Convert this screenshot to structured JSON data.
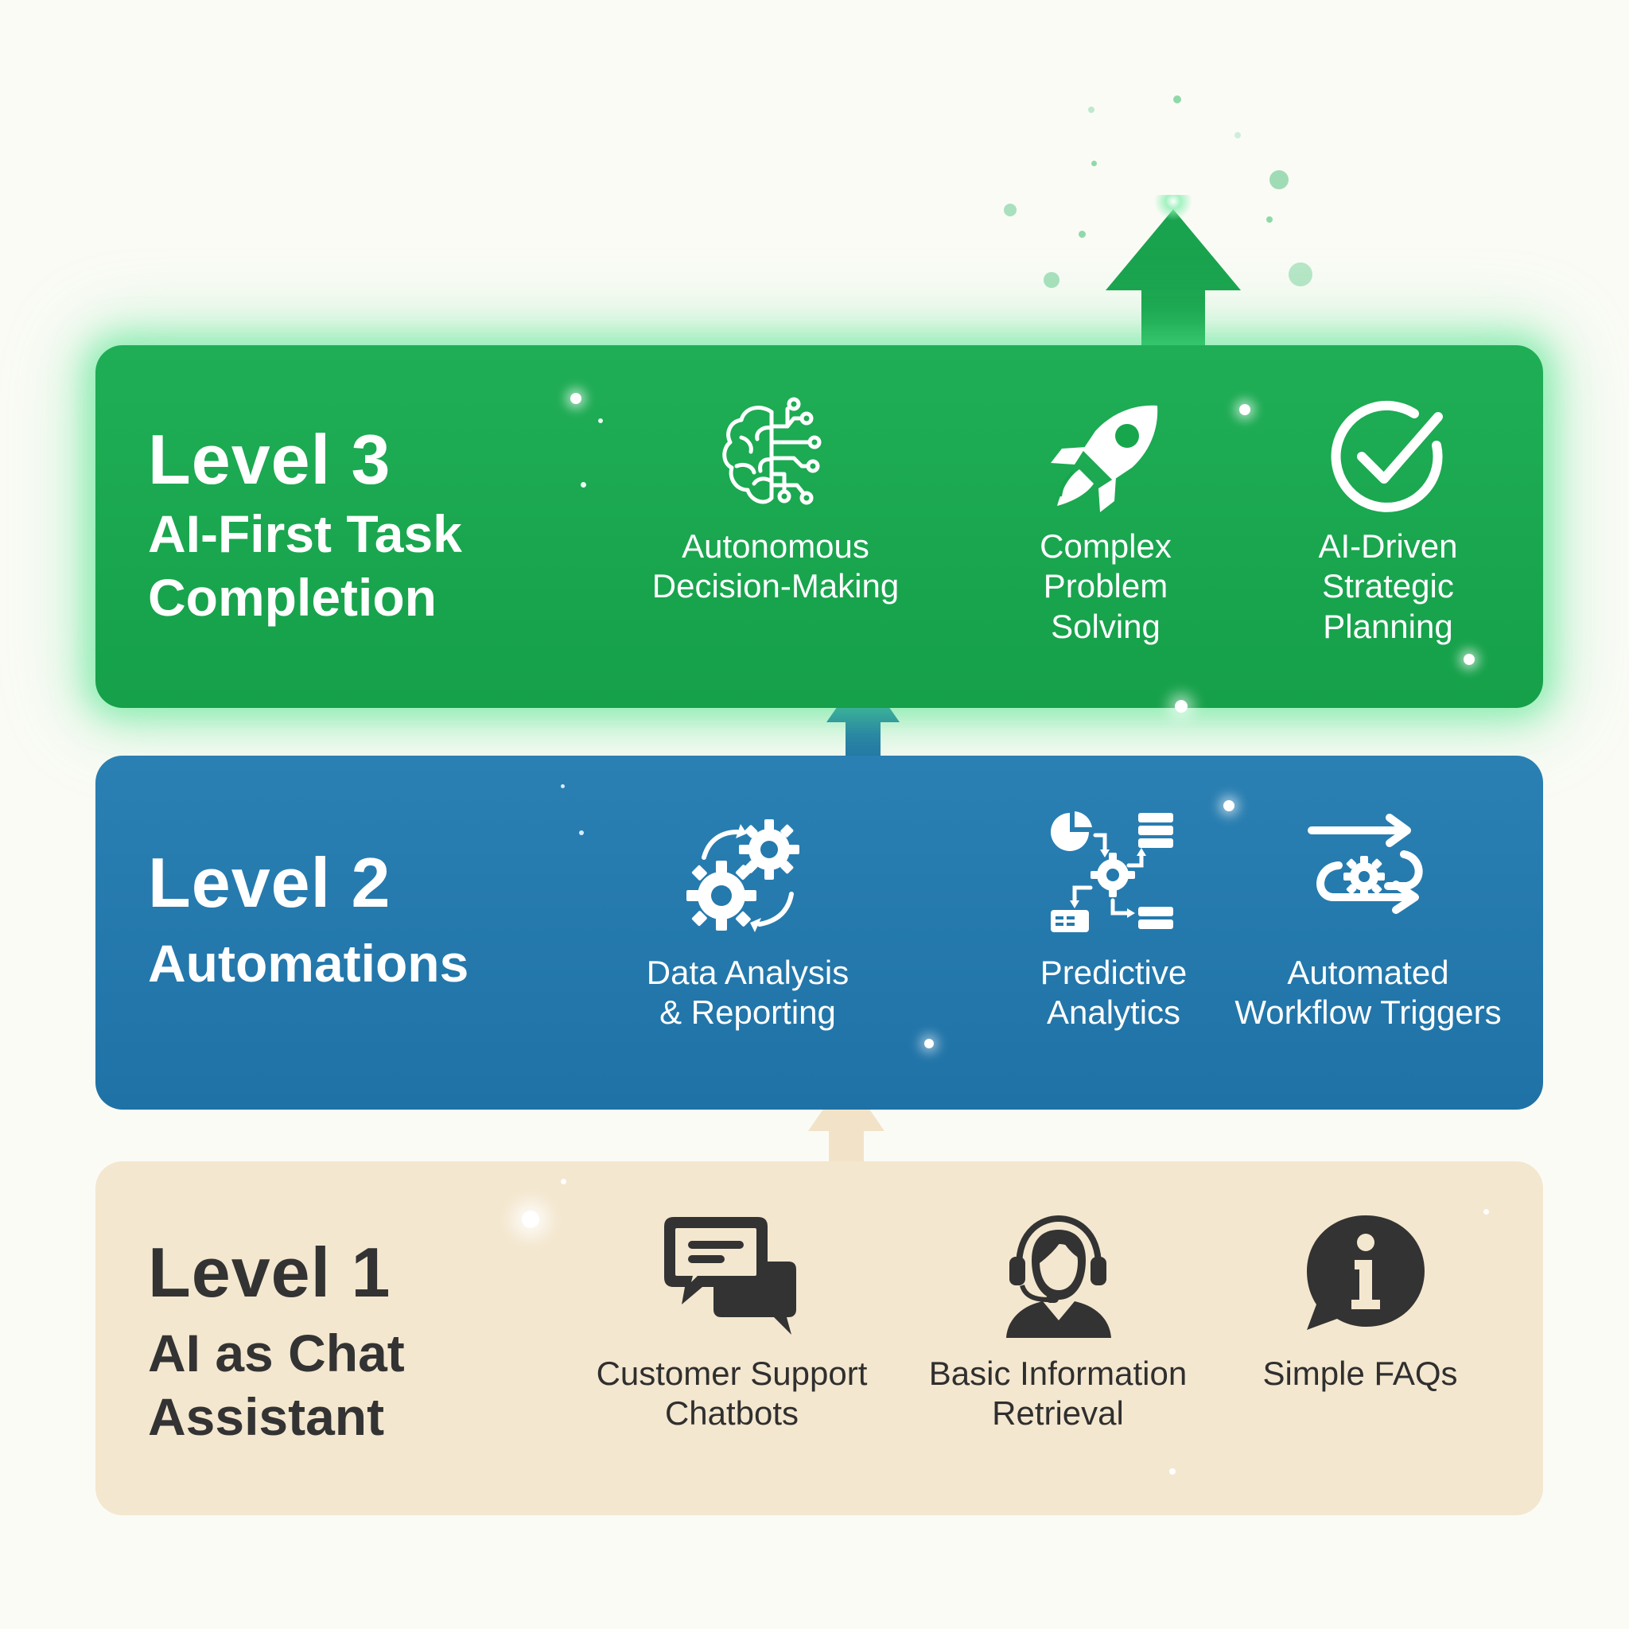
{
  "colors": {
    "level3": "#18a64d",
    "level2": "#2479ad",
    "level1": "#f4e7cf",
    "icon_dark": "#333333",
    "icon_light": "#ffffff"
  },
  "levels": [
    {
      "number": "Level 3",
      "title": "AI-First Task\nCompletion",
      "features": [
        {
          "icon": "brain-circuit-icon",
          "label": "Autonomous\nDecision-Making"
        },
        {
          "icon": "rocket-icon",
          "label": "Complex\nProblem\nSolving"
        },
        {
          "icon": "check-circle-icon",
          "label": "AI-Driven\nStrategic\nPlanning"
        }
      ]
    },
    {
      "number": "Level 2",
      "title": "Automations",
      "features": [
        {
          "icon": "gears-cycle-icon",
          "label": "Data Analysis\n& Reporting"
        },
        {
          "icon": "analytics-flow-icon",
          "label": "Predictive\nAnalytics"
        },
        {
          "icon": "workflow-arrows-icon",
          "label": "Automated\nWorkflow Triggers"
        }
      ]
    },
    {
      "number": "Level 1",
      "title": "AI as Chat\nAssistant",
      "features": [
        {
          "icon": "chat-bubbles-icon",
          "label": "Customer Support\nChatbots"
        },
        {
          "icon": "support-agent-icon",
          "label": "Basic Information\nRetrieval"
        },
        {
          "icon": "info-bubble-icon",
          "label": "Simple FAQs"
        }
      ]
    }
  ]
}
